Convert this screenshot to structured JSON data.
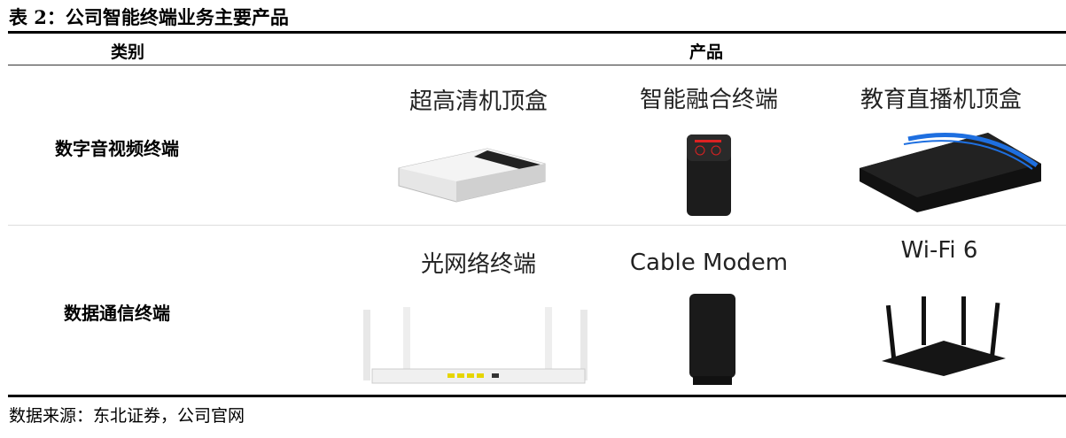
{
  "title": "表 2：公司智能终端业务主要产品",
  "header": {
    "category": "类别",
    "products": "产品"
  },
  "rows": [
    {
      "category": "数字音视频终端",
      "products": [
        {
          "name": "超高清机顶盒",
          "icon": "set-top-box-image"
        },
        {
          "name": "智能融合终端",
          "icon": "smart-terminal-image"
        },
        {
          "name": "教育直播机顶盒",
          "icon": "education-set-top-box-image"
        }
      ]
    },
    {
      "category": "数据通信终端",
      "products": [
        {
          "name": "光网络终端",
          "icon": "optical-network-terminal-image"
        },
        {
          "name": "Cable Modem",
          "icon": "cable-modem-image"
        },
        {
          "name": "Wi-Fi 6",
          "icon": "wifi6-router-image"
        }
      ]
    }
  ],
  "source": "数据来源：东北证券，公司官网"
}
